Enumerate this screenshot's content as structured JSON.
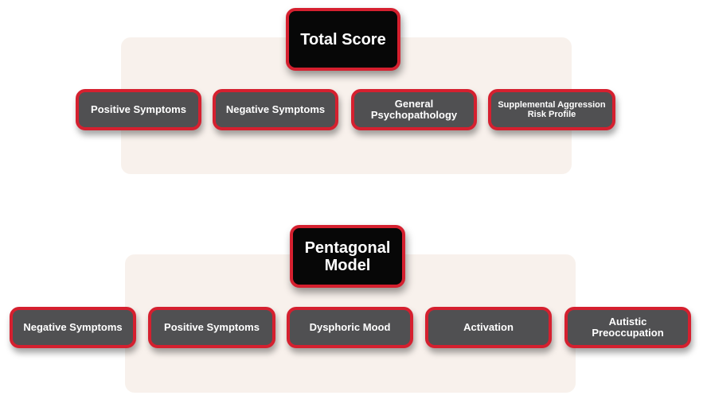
{
  "top": {
    "root": "Total Score",
    "children": [
      "Positive Symptoms",
      "Negative Symptoms",
      "General\nPsychopathology",
      "Supplemental Aggression\nRisk Profile"
    ]
  },
  "bottom": {
    "root": "Pentagonal\nModel",
    "children": [
      "Negative Symptoms",
      "Positive Symptoms",
      "Dysphoric Mood",
      "Activation",
      "Autistic\nPreoccupation"
    ]
  },
  "colors": {
    "border": "#d5202f",
    "box": "#505052",
    "root": "#070707",
    "panel": "#f8f1ec"
  }
}
